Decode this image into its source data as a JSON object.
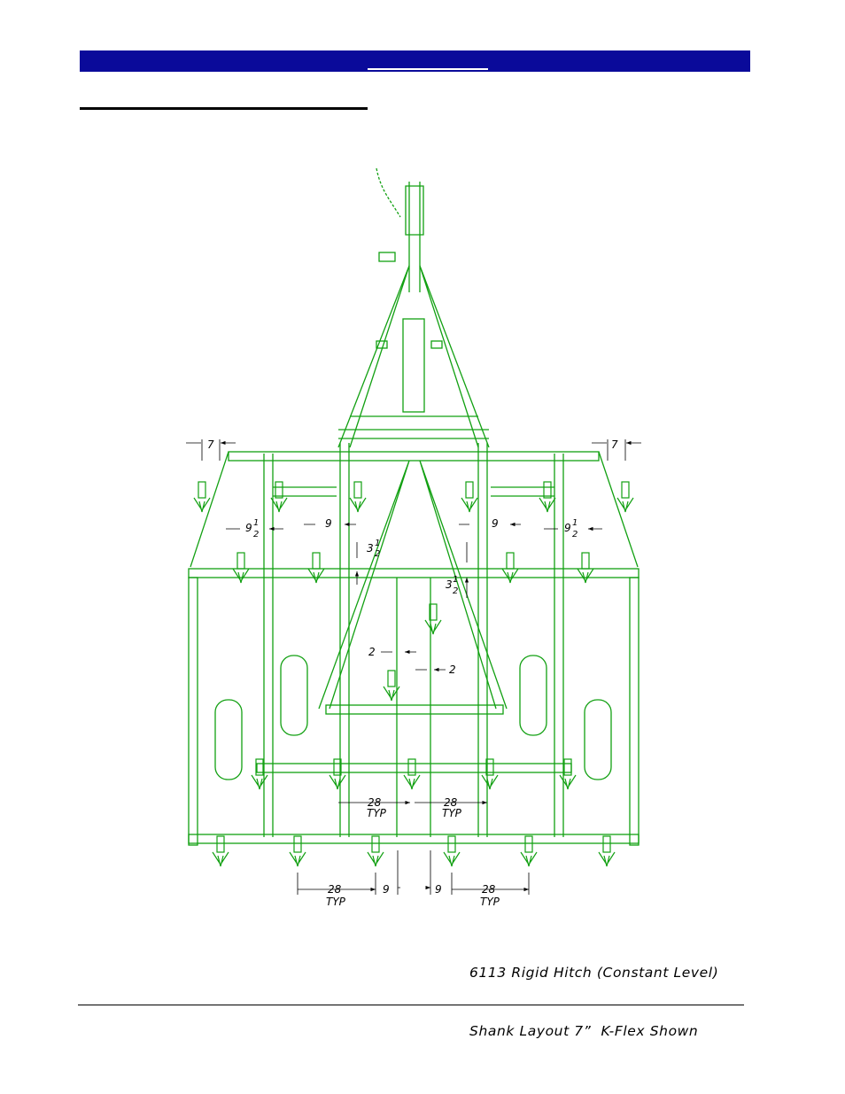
{
  "colors": {
    "header": "#0a0a9a",
    "drawing": "#12a012",
    "dimension": "#000000"
  },
  "diagram": {
    "dimensions": {
      "d7": "7",
      "d9": "9",
      "d9half_whole": "9",
      "d3half_whole": "3",
      "half_num": "1",
      "half_den": "2",
      "d2": "2",
      "d28": "28",
      "typ": "TYP"
    }
  },
  "caption": {
    "line1": "6113 Rigid Hitch (Constant Level)",
    "line2": "Shank Layout 7”  K-Flex Shown"
  }
}
